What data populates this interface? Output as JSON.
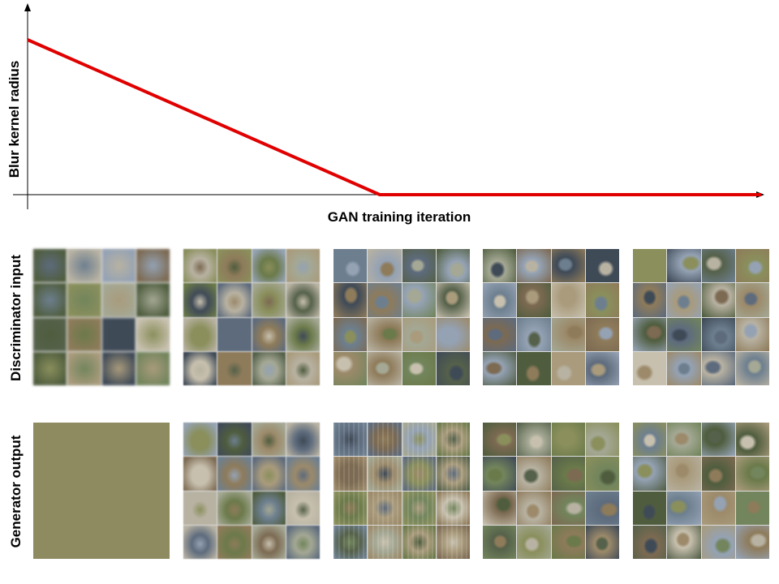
{
  "chart_data": {
    "type": "line",
    "xlabel": "GAN training iteration",
    "ylabel": "Blur kernel radius",
    "x": [
      0,
      0.48,
      1.0
    ],
    "y": [
      1.0,
      0.0,
      0.0
    ],
    "line_color": "#e00000"
  },
  "rows": [
    {
      "label": "Discriminator input",
      "panels": [
        "very-blurry",
        "blurry",
        "sharp",
        "sharp",
        "sharp"
      ]
    },
    {
      "label": "Generator output",
      "panels": [
        "noise",
        "blurry-blobs",
        "grid-artifacts",
        "sharp",
        "sharp"
      ]
    }
  ],
  "colors": {
    "curve": "#e00000",
    "axis": "#000000"
  }
}
